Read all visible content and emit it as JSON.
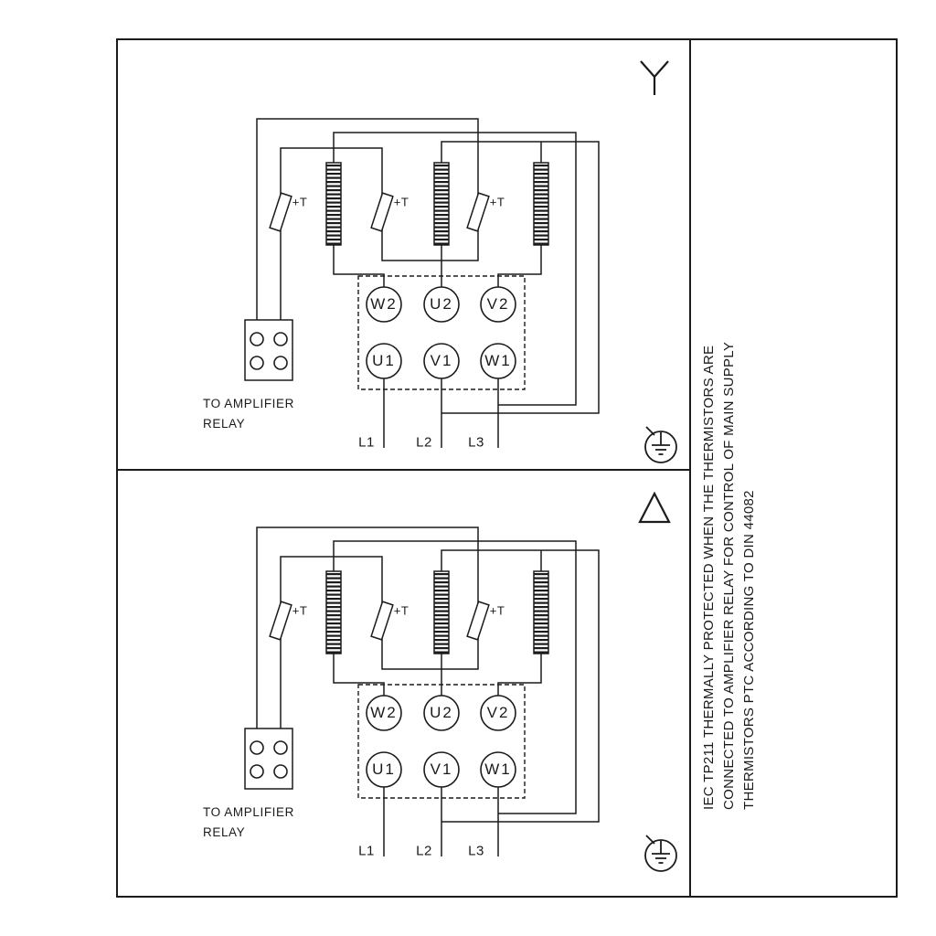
{
  "frame": {
    "line_color": "#1b1b1b",
    "background": "#ffffff"
  },
  "panels": [
    {
      "name": "star-connection",
      "symbol": "star",
      "terminals_top": [
        "W2",
        "U2",
        "V2"
      ],
      "terminals_bottom": [
        "U1",
        "V1",
        "W1"
      ],
      "thermistor_labels": [
        "+T",
        "+T",
        "+T"
      ],
      "relay_note": [
        "TO AMPLIFIER",
        "RELAY"
      ],
      "supply_labels": [
        "L1",
        "L2",
        "L3"
      ]
    },
    {
      "name": "delta-connection",
      "symbol": "delta",
      "terminals_top": [
        "W2",
        "U2",
        "V2"
      ],
      "terminals_bottom": [
        "U1",
        "V1",
        "W1"
      ],
      "thermistor_labels": [
        "+T",
        "+T",
        "+T"
      ],
      "relay_note": [
        "TO AMPLIFIER",
        "RELAY"
      ],
      "supply_labels": [
        "L1",
        "L2",
        "L3"
      ]
    }
  ],
  "side_note": {
    "lines": [
      "IEC TP211 THERMALLY PROTECTED WHEN THE THERMISTORS ARE",
      "CONNECTED TO AMPLIFIER RELAY FOR CONTROL OF MAIN SUPPLY",
      "THERMISTORS PTC ACCORDING TO DIN 44082"
    ]
  }
}
